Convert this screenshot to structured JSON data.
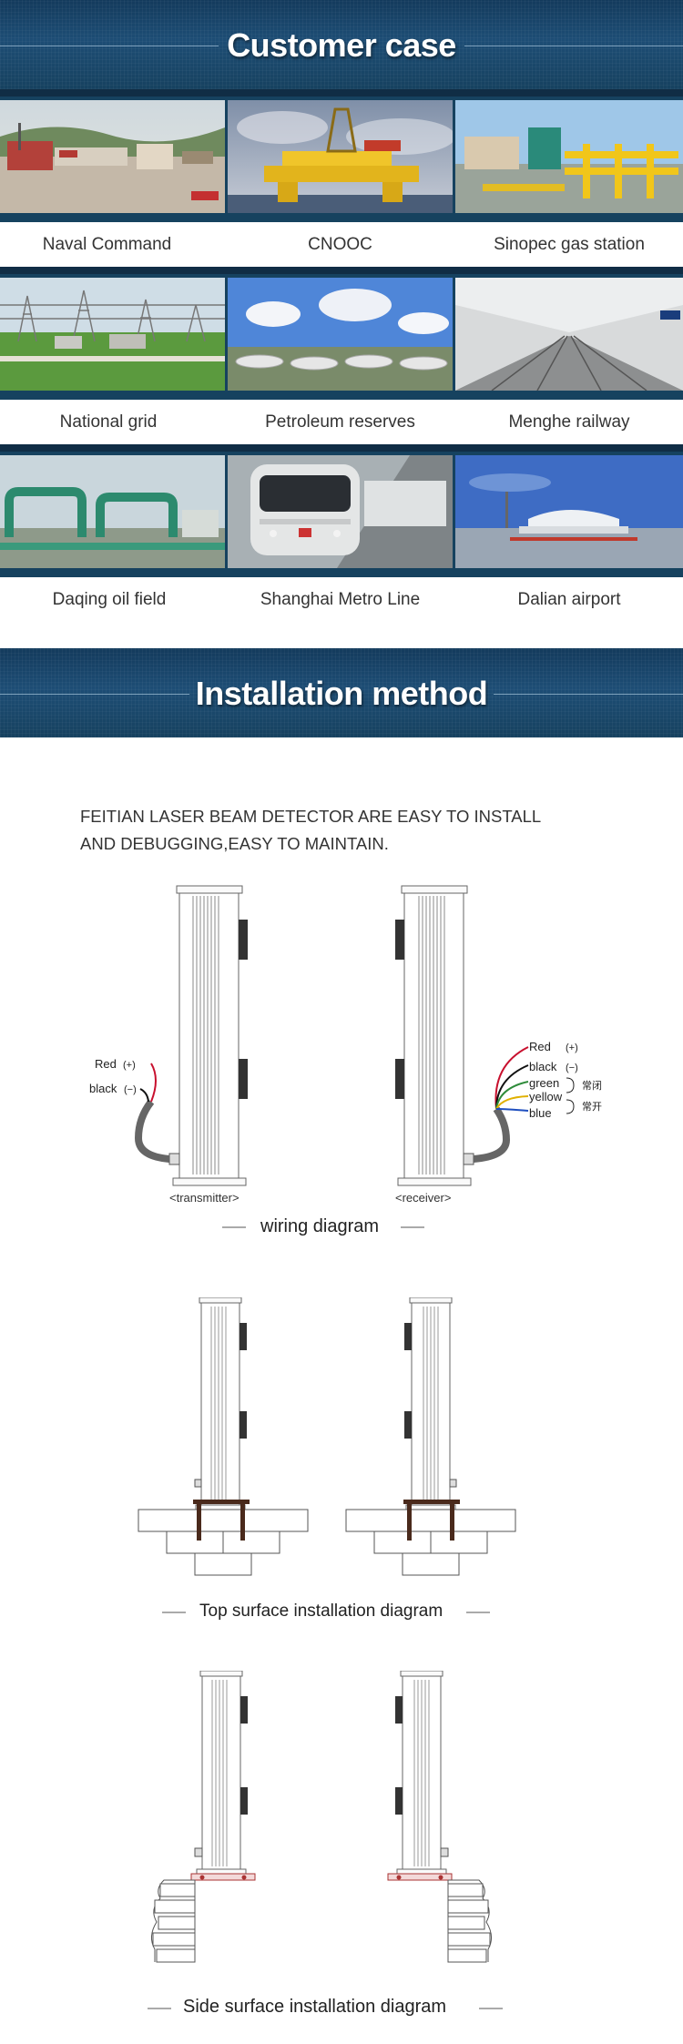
{
  "header_customer": {
    "title": "Customer case"
  },
  "cases": [
    [
      "Naval Command",
      "CNOOC",
      "Sinopec gas station"
    ],
    [
      "National grid",
      "Petroleum reserves",
      "Menghe railway"
    ],
    [
      "Daqing oil field",
      "Shanghai Metro Line",
      "Dalian airport"
    ]
  ],
  "header_install": {
    "title": "Installation method"
  },
  "intro": {
    "line1": "FEITIAN LASER BEAM DETECTOR ARE EASY TO INSTALL",
    "line2": "AND DEBUGGING,EASY TO MAINTAIN."
  },
  "wiring": {
    "transmitter_label": "<transmitter>",
    "receiver_label": "<receiver>",
    "caption": "wiring diagram",
    "tx_wires": [
      {
        "name": "Red",
        "sign": "(+)",
        "color": "#c8102e"
      },
      {
        "name": "black",
        "sign": "(−)",
        "color": "#111111"
      }
    ],
    "rx_wires": [
      {
        "name": "Red",
        "sign": "(+)",
        "color": "#c8102e"
      },
      {
        "name": "black",
        "sign": "(−)",
        "color": "#111111"
      },
      {
        "name": "green",
        "color": "#2e8b3a"
      },
      {
        "name": "yellow",
        "color": "#e0b000"
      },
      {
        "name": "blue",
        "color": "#1f4fbf"
      }
    ],
    "nc_label": "常闭",
    "no_label": "常开"
  },
  "top_install": {
    "caption": "Top surface installation diagram"
  },
  "side_install": {
    "caption": "Side surface installation diagram"
  }
}
